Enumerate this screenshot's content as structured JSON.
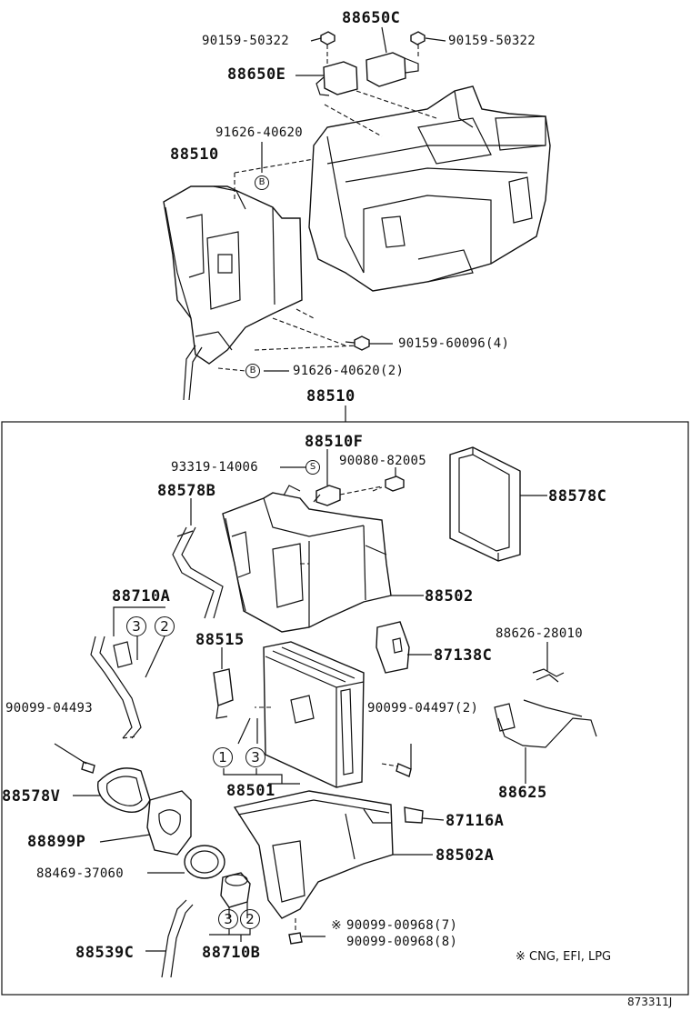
{
  "labels": {
    "p88650C": "88650C",
    "p90159_50322_l": "90159-50322",
    "p90159_50322_r": "90159-50322",
    "p88650E": "88650E",
    "p91626_40620": "91626-40620",
    "p88510_top": "88510",
    "p90159_60096": "90159-60096(4)",
    "p91626_40620_2": "91626-40620(2)",
    "p88510_mid": "88510",
    "p88510F": "88510F",
    "p93319_14006": "93319-14006",
    "p90080_82005": "90080-82005",
    "p88578B": "88578B",
    "p88578C": "88578C",
    "p88710A": "88710A",
    "p88502": "88502",
    "p88515": "88515",
    "p87138C": "87138C",
    "p88626_28010": "88626-28010",
    "p90099_04493": "90099-04493",
    "p90099_04497": "90099-04497(2)",
    "p88501": "88501",
    "p88578V": "88578V",
    "p88625": "88625",
    "p88899P": "88899P",
    "p87116A": "87116A",
    "p88502A": "88502A",
    "p88469_37060": "88469-37060",
    "p90099_00968_7": "90099-00968(7)",
    "p90099_00968_8": "90099-00968(8)",
    "p88539C": "88539C",
    "p88710B": "88710B",
    "note_mark": "※",
    "note": "※ CNG, EFI, LPG",
    "ref": "873311J"
  },
  "markers": {
    "B": "B",
    "S": "S",
    "one": "1",
    "two": "2",
    "three": "3"
  }
}
